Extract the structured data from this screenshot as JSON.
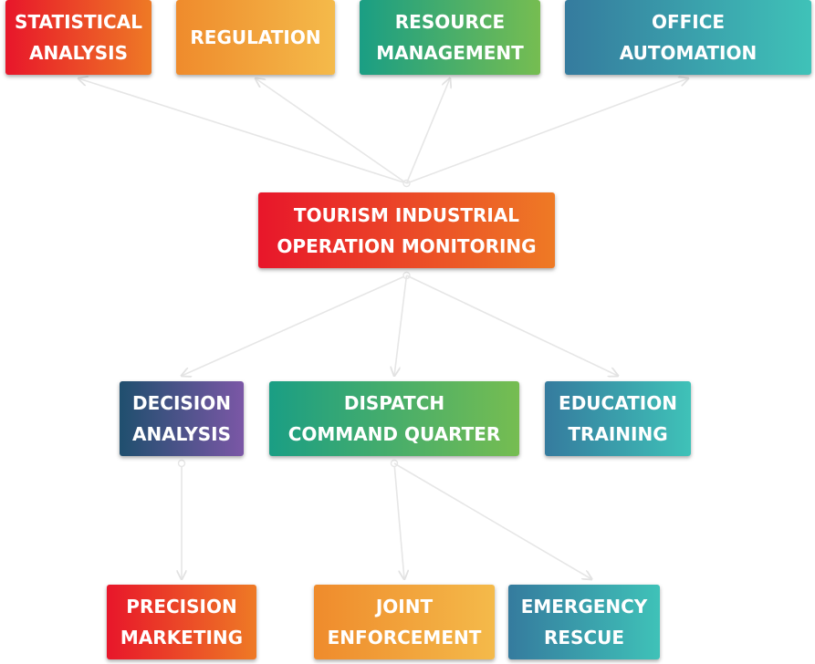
{
  "nodes": {
    "statistical_analysis": "STATISTICAL\nANALYSIS",
    "regulation": "REGULATION",
    "resource_management": "RESOURCE\nMANAGEMENT",
    "office_automation": "OFFICE\nAUTOMATION",
    "tourism_monitoring": "TOURISM INDUSTRIAL\nOPERATION MONITORING",
    "decision_analysis": "DECISION\nANALYSIS",
    "dispatch_command": "DISPATCH\nCOMMAND QUARTER",
    "education_training": "EDUCATION\nTRAINING",
    "precision_marketing": "PRECISION\nMARKETING",
    "joint_enforcement": "JOINT\nENFORCEMENT",
    "emergency_rescue": "EMERGENCY\nRESCUE"
  },
  "colors": {
    "red": [
      "#e8162a",
      "#ee7a25"
    ],
    "orange": [
      "#ef8b2c",
      "#f4ba4a"
    ],
    "green": [
      "#1a9e84",
      "#76bd51"
    ],
    "teal": [
      "#357b9e",
      "#3fc2b8"
    ],
    "purple": [
      "#1f4f6e",
      "#7b57a6"
    ],
    "connector": "#e6e6e6"
  },
  "edges": [
    {
      "from": "tourism_monitoring",
      "to": "statistical_analysis"
    },
    {
      "from": "tourism_monitoring",
      "to": "regulation"
    },
    {
      "from": "tourism_monitoring",
      "to": "resource_management"
    },
    {
      "from": "tourism_monitoring",
      "to": "office_automation"
    },
    {
      "from": "tourism_monitoring",
      "to": "decision_analysis"
    },
    {
      "from": "tourism_monitoring",
      "to": "dispatch_command"
    },
    {
      "from": "tourism_monitoring",
      "to": "education_training"
    },
    {
      "from": "decision_analysis",
      "to": "precision_marketing"
    },
    {
      "from": "dispatch_command",
      "to": "joint_enforcement"
    },
    {
      "from": "dispatch_command",
      "to": "emergency_rescue"
    }
  ]
}
